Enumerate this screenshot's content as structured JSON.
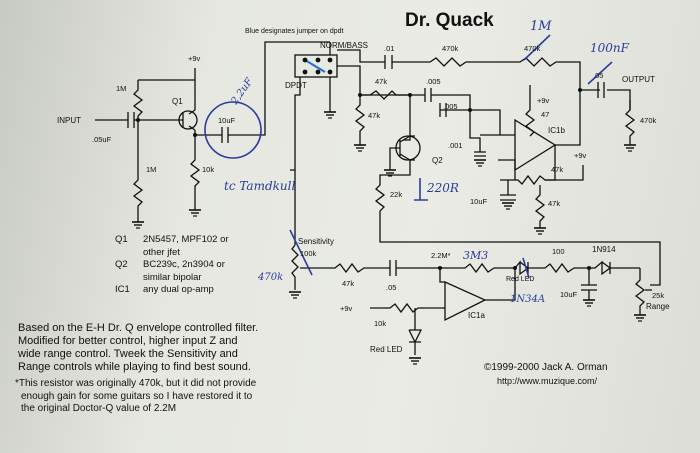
{
  "title": "Dr. Quack",
  "header_note": "Blue designates jumper on dpdt",
  "labels": {
    "norm_bass": "NORM/BASS",
    "dpdt": "DPDT",
    "input": "INPUT",
    "output": "OUTPUT",
    "q1": "Q1",
    "q2": "Q2",
    "ic1a": "IC1a",
    "ic1b": "IC1b",
    "sensitivity": "Sensitivity",
    "range": "Range",
    "red_led": "Red LED",
    "red_led_2": "Red LED",
    "d1n914": "1N914"
  },
  "components": {
    "c_05uf": ".05uF",
    "r_1m_top": "1M",
    "r_1m_bot": "1M",
    "r_10k_src": "10k",
    "c_10uf_1": "10uF",
    "c_01": ".01",
    "r_470k_a": "470k",
    "r_470k_b": "470k",
    "r_47k_a": "47k",
    "r_47k_b": "47k",
    "c_005_a": ".005",
    "c_005_b": ".005",
    "c_001": ".001",
    "r_22k": "22k",
    "r_47": "47",
    "plus9v_1": "+9v",
    "plus9v_2": "+9v",
    "plus9v_3": "+9v",
    "plus9v_4": "+9v",
    "c_10uf_2": "10uF",
    "r_47k_c": "47k",
    "r_47k_d": "47k",
    "c_05_out": ".05",
    "r_470k_out": "470k",
    "pot_100k": "100k",
    "r_47k_e": "47k",
    "c_05_b": ".05",
    "r_22m": "2.2M*",
    "r_100": "100",
    "c_10uf_3": "10uF",
    "r_10k": "10k",
    "pot_25k": "25k"
  },
  "handwritten": {
    "h_22uf": "2,2uF",
    "h_1m": "1M",
    "h_100nf": "100nF",
    "h_220r": "220R",
    "h_470k": "470k",
    "h_3m3": "3M3",
    "h_1n34a": "1N34A",
    "h_tc": "tc Tamdkull"
  },
  "parts_list": [
    {
      "ref": "Q1",
      "desc": "2N5457, MPF102 or"
    },
    {
      "ref": "",
      "desc": "other jfet"
    },
    {
      "ref": "Q2",
      "desc": "BC239c, 2n3904 or"
    },
    {
      "ref": "",
      "desc": "similar bipolar"
    },
    {
      "ref": "IC1",
      "desc": "any dual op-amp"
    }
  ],
  "description": [
    "Based on the E-H Dr. Q envelope controlled filter.",
    "Modified for better control, higher input Z and",
    "wide range control. Tweek the Sensitivity and",
    "Range controls while playing to find best sound."
  ],
  "footnote": [
    "*This resistor was originally 470k, but it did not provide",
    "enough gain for some guitars so I have restored it to",
    "the original Doctor-Q value of 2.2M"
  ],
  "copyright": "©1999-2000 Jack A. Orman",
  "url": "http://www.muzique.com/",
  "colors": {
    "ink": "#111111",
    "jumper": "#1f6fd0",
    "handwriting": "#2a3d9a"
  }
}
